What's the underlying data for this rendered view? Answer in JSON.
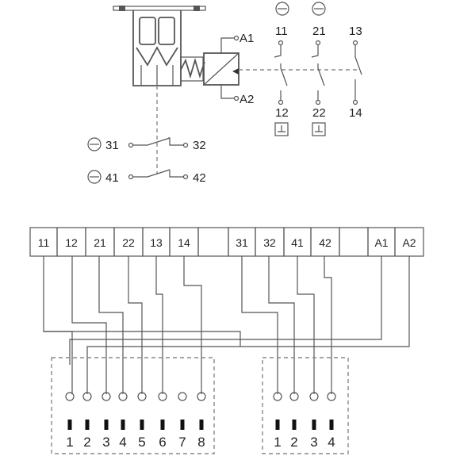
{
  "switch": {
    "coil": {
      "a1": "A1",
      "a2": "A2"
    },
    "contacts": [
      {
        "top": "11",
        "bottom": "12"
      },
      {
        "top": "21",
        "bottom": "22"
      },
      {
        "top": "13",
        "bottom": "14"
      }
    ],
    "aux": [
      {
        "left": "31",
        "right": "32"
      },
      {
        "left": "41",
        "right": "42"
      }
    ]
  },
  "terminal_block": [
    "11",
    "12",
    "21",
    "22",
    "13",
    "14",
    "",
    "31",
    "32",
    "41",
    "42",
    "",
    "A1",
    "A2"
  ],
  "connector_left": [
    "1",
    "2",
    "3",
    "4",
    "5",
    "6",
    "7",
    "8"
  ],
  "connector_right": [
    "1",
    "2",
    "3",
    "4"
  ]
}
